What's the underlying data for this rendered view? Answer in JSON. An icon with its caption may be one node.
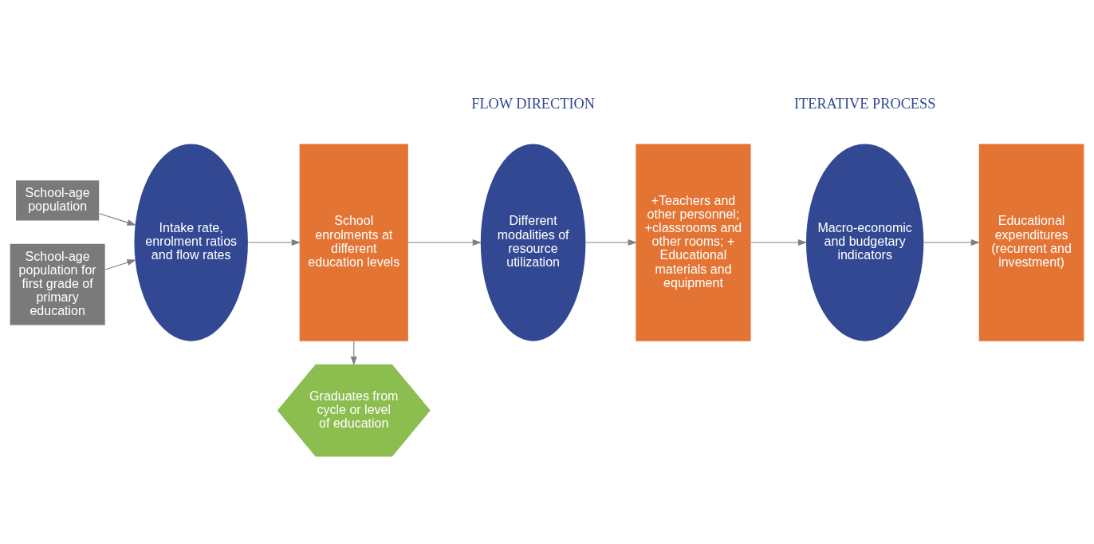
{
  "diagram": {
    "nodes": [
      {
        "text": [
          "School-age population"
        ]
      },
      {
        "text": [
          "School-age population for first grade of primary education"
        ]
      },
      {
        "text": [
          "Intake rate, enrolment ratios and flow rates"
        ]
      },
      {
        "text": [
          "School enrolments at different education levels"
        ]
      },
      {
        "text": [
          "Graduates from cycle or level of education"
        ]
      },
      {
        "text": [
          "Different modalities of resource utilization"
        ]
      },
      {
        "text": [
          "+Teachers and other personnel; +classrooms and other rooms; + Educational materials and equipment"
        ]
      },
      {
        "text": [
          "Macro-economic and budgetary indicators"
        ]
      },
      {
        "text": [
          "Educational expenditures (recurrent and investment)"
        ]
      }
    ],
    "edges": [
      {
        "from": 0,
        "to": 2,
        "arrow": "to"
      },
      {
        "from": 1,
        "to": 2,
        "arrow": "to"
      },
      {
        "from": 2,
        "to": 3,
        "arrow": "to"
      },
      {
        "from": 3,
        "to": 4,
        "arrow": "to"
      },
      {
        "from": 3,
        "to": 5,
        "arrow": "to"
      },
      {
        "from": 5,
        "to": 6,
        "arrow": "to"
      },
      {
        "from": 6,
        "to": 7,
        "arrow": "to"
      },
      {
        "from": 7,
        "to": 8,
        "arrow": "to"
      }
    ],
    "labels": [
      "FLOW DIRECTION",
      "ITERATIVE PROCESS"
    ]
  }
}
